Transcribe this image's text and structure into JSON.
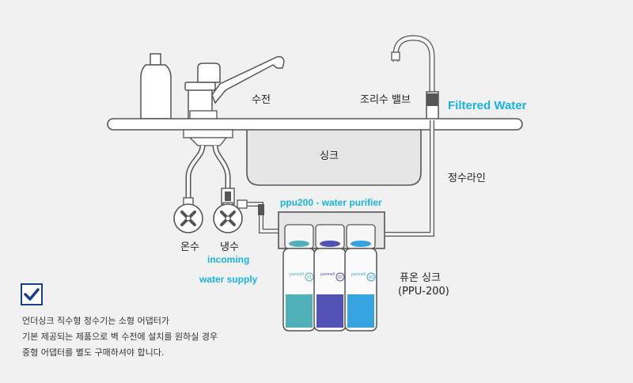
{
  "labels": {
    "faucet": "수전",
    "kitchen_valve": "조리수 밸브",
    "filtered_water": "Filtered Water",
    "sink": "싱크",
    "purified_line": "정수라인",
    "purifier_name": "ppu200 - water purifier",
    "hot": "온수",
    "cold": "냉수",
    "incoming": "incoming",
    "water_supply": "water supply",
    "product_name": "퓨온 싱크",
    "product_model": "(PPU-200)"
  },
  "filters": [
    {
      "brand": "puronell",
      "number": "01",
      "color": "#4fb0b8"
    },
    {
      "brand": "puronell",
      "number": "02",
      "color": "#5252b4"
    },
    {
      "brand": "puronell",
      "number": "03",
      "color": "#35a3e0"
    }
  ],
  "note": {
    "lines": [
      "언더싱크 직수형 정수기는 소형 어댑터가",
      "기본 제공되는 제품으로 벽 수전에 설치를 원하실 경우",
      "중형 어댑터를 별도 구매하셔야 합니다."
    ]
  }
}
